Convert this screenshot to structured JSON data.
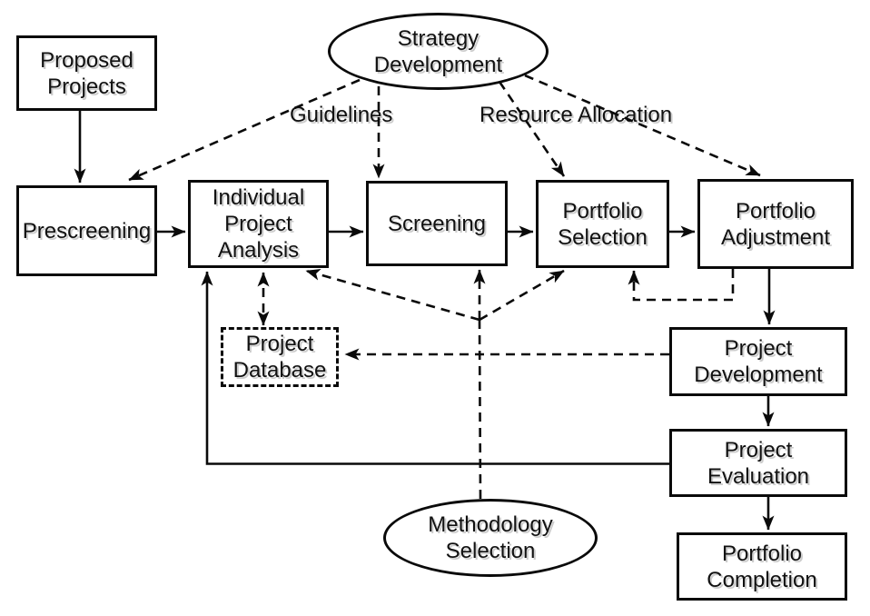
{
  "diagram": {
    "type": "flowchart",
    "background_color": "#ffffff",
    "line_color": "#0a0a0a",
    "nodes": {
      "proposed_projects": {
        "shape": "rect",
        "label": "Proposed\nProjects"
      },
      "strategy_development": {
        "shape": "ellipse",
        "label": "Strategy\nDevelopment"
      },
      "prescreening": {
        "shape": "rect",
        "label": "Prescreening"
      },
      "individual_project_analysis": {
        "shape": "rect",
        "label": "Individual\nProject\nAnalysis"
      },
      "screening": {
        "shape": "rect",
        "label": "Screening"
      },
      "portfolio_selection": {
        "shape": "rect",
        "label": "Portfolio\nSelection"
      },
      "portfolio_adjustment": {
        "shape": "rect",
        "label": "Portfolio\nAdjustment"
      },
      "project_database": {
        "shape": "rect-dashed",
        "label": "Project\nDatabase"
      },
      "project_development": {
        "shape": "rect",
        "label": "Project\nDevelopment"
      },
      "project_evaluation": {
        "shape": "rect",
        "label": "Project\nEvaluation"
      },
      "portfolio_completion": {
        "shape": "rect",
        "label": "Portfolio\nCompletion"
      },
      "methodology_selection": {
        "shape": "ellipse",
        "label": "Methodology\nSelection"
      }
    },
    "edge_labels": {
      "guidelines": "Guidelines",
      "resource_allocation": "Resource Allocation"
    },
    "edges": [
      {
        "from": "proposed_projects",
        "to": "prescreening",
        "style": "solid"
      },
      {
        "from": "strategy_development",
        "to": "prescreening",
        "style": "dashed",
        "label": "Guidelines"
      },
      {
        "from": "strategy_development",
        "to": "screening",
        "style": "dashed",
        "label": "Guidelines"
      },
      {
        "from": "strategy_development",
        "to": "portfolio_selection",
        "style": "dashed",
        "label": "Resource Allocation"
      },
      {
        "from": "strategy_development",
        "to": "portfolio_adjustment",
        "style": "dashed",
        "label": "Resource Allocation"
      },
      {
        "from": "prescreening",
        "to": "individual_project_analysis",
        "style": "solid"
      },
      {
        "from": "individual_project_analysis",
        "to": "screening",
        "style": "solid"
      },
      {
        "from": "screening",
        "to": "portfolio_selection",
        "style": "solid"
      },
      {
        "from": "portfolio_selection",
        "to": "portfolio_adjustment",
        "style": "solid"
      },
      {
        "from": "portfolio_adjustment",
        "to": "portfolio_selection",
        "style": "dashed"
      },
      {
        "from": "portfolio_adjustment",
        "to": "project_development",
        "style": "solid"
      },
      {
        "from": "project_development",
        "to": "project_evaluation",
        "style": "solid"
      },
      {
        "from": "project_evaluation",
        "to": "portfolio_completion",
        "style": "solid"
      },
      {
        "from": "project_evaluation",
        "to": "individual_project_analysis",
        "style": "solid"
      },
      {
        "from": "project_development",
        "to": "project_database",
        "style": "dashed"
      },
      {
        "from": "individual_project_analysis",
        "to": "project_database",
        "style": "dashed",
        "bidirectional": true
      },
      {
        "from": "methodology_selection",
        "to": "individual_project_analysis",
        "style": "dashed"
      },
      {
        "from": "methodology_selection",
        "to": "screening",
        "style": "dashed"
      },
      {
        "from": "methodology_selection",
        "to": "portfolio_selection",
        "style": "dashed"
      }
    ]
  }
}
